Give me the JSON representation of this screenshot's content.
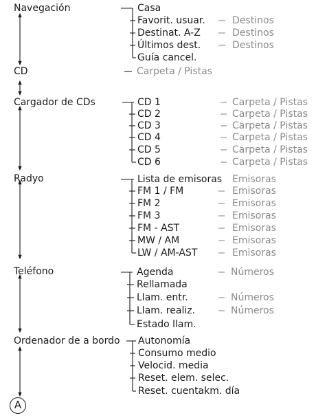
{
  "badge": "A",
  "categories": [
    {
      "key": "nav",
      "label": "Navegación",
      "items": [
        {
          "label": "Casa",
          "target": ""
        },
        {
          "label": "Favorit. usuar.",
          "target": "Destinos"
        },
        {
          "label": "Destinat. A-Z",
          "target": "Destinos"
        },
        {
          "label": "Últimos dest.",
          "target": "Destinos"
        },
        {
          "label": "Guía cancel.",
          "target": ""
        }
      ]
    },
    {
      "key": "cd",
      "label": "CD",
      "items": [
        {
          "label": "",
          "target": "Carpeta / Pistas"
        }
      ]
    },
    {
      "key": "changer",
      "label": "Cargador de CDs",
      "items": [
        {
          "label": "CD 1",
          "target": "Carpeta / Pistas"
        },
        {
          "label": "CD 2",
          "target": "Carpeta / Pistas"
        },
        {
          "label": "CD 3",
          "target": "Carpeta / Pistas"
        },
        {
          "label": "CD 4",
          "target": "Carpeta / Pistas"
        },
        {
          "label": "CD 5",
          "target": "Carpeta / Pistas"
        },
        {
          "label": "CD 6",
          "target": "Carpeta / Pistas"
        }
      ]
    },
    {
      "key": "radio",
      "label": "Radyo",
      "items": [
        {
          "label": "Lista de emisoras",
          "target": "Emisoras"
        },
        {
          "label": "FM 1 / FM",
          "target": "Emisoras"
        },
        {
          "label": "FM 2",
          "target": "Emisoras"
        },
        {
          "label": "FM 3",
          "target": "Emisoras"
        },
        {
          "label": "FM - AST",
          "target": "Emisoras"
        },
        {
          "label": "MW / AM",
          "target": "Emisoras"
        },
        {
          "label": "LW / AM-AST",
          "target": "Emisoras"
        }
      ]
    },
    {
      "key": "phone",
      "label": "Teléfono",
      "items": [
        {
          "label": "Agenda",
          "target": "Números"
        },
        {
          "label": "Rellamada",
          "target": ""
        },
        {
          "label": "Llam. entr.",
          "target": "Números"
        },
        {
          "label": "Llam. realiz.",
          "target": "Números"
        },
        {
          "label": "Estado llam.",
          "target": ""
        }
      ]
    },
    {
      "key": "board",
      "label": "Ordenador de a bordo",
      "items": [
        {
          "label": "Autonomía",
          "target": ""
        },
        {
          "label": "Consumo medio",
          "target": ""
        },
        {
          "label": "Velocid. media",
          "target": ""
        },
        {
          "label": "Reset. elem. selec.",
          "target": ""
        },
        {
          "label": "Reset. cuentakm. día",
          "target": ""
        }
      ]
    }
  ]
}
